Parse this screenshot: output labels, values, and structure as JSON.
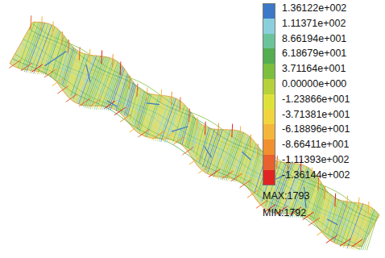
{
  "diagram": {
    "labels": [
      "MAX:1793",
      "MIN:1792"
    ],
    "legend": [
      {
        "text": "1.36122e+002",
        "color": "#3b78c8"
      },
      {
        "text": "1.11371e+002",
        "color": "#8ccfdc"
      },
      {
        "text": "8.66194e+001",
        "color": "#6cc39a"
      },
      {
        "text": "6.18679e+001",
        "color": "#55ad52"
      },
      {
        "text": "3.71164e+001",
        "color": "#7cbf3e"
      },
      {
        "text": "0.00000e+000",
        "color": "#b5d23a"
      },
      {
        "text": "-1.23866e+001",
        "color": "#dfe13b"
      },
      {
        "text": "-3.71381e+001",
        "color": "#f2d43e"
      },
      {
        "text": "-6.18896e+001",
        "color": "#f4b63a"
      },
      {
        "text": "-8.66411e+001",
        "color": "#f1902f"
      },
      {
        "text": "-1.11393e+002",
        "color": "#e8612e"
      },
      {
        "text": "-1.36144e+002",
        "color": "#e02424"
      }
    ]
  }
}
